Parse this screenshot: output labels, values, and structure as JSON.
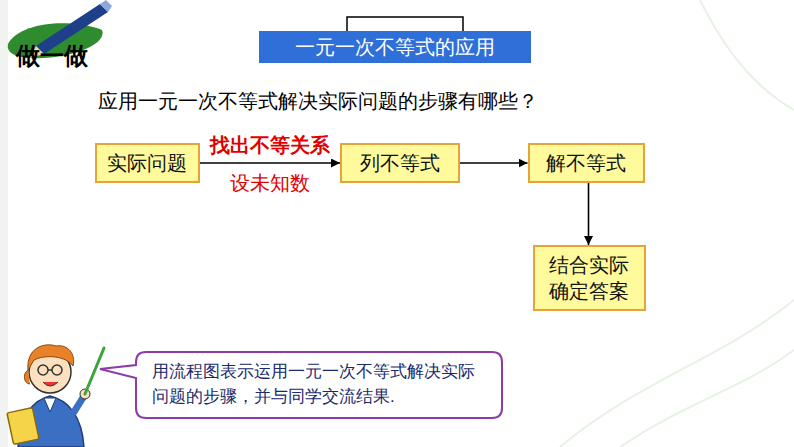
{
  "diagram": {
    "title": "一元一次不等式的应用",
    "nodes": [
      {
        "text": [
          "实际问题"
        ]
      },
      {
        "text": [
          "列不等式"
        ]
      },
      {
        "text": [
          "解不等式"
        ]
      },
      {
        "text": [
          "结合实际确定答案"
        ]
      },
      {
        "text": [
          "用流程图表示运用一元一次不等式解决实际问题的步骤，并与同学交流结果."
        ]
      }
    ],
    "edges": [
      {
        "from": 0,
        "to": 1,
        "arrow": "to",
        "label": "找出不等关系"
      },
      {
        "from": 1,
        "to": 2,
        "arrow": "to"
      },
      {
        "from": 2,
        "to": 3,
        "arrow": "to"
      }
    ],
    "labels": [
      "做一做",
      "应用一元一次不等式解决实际问题的步骤有哪些？",
      "设未知数"
    ]
  }
}
